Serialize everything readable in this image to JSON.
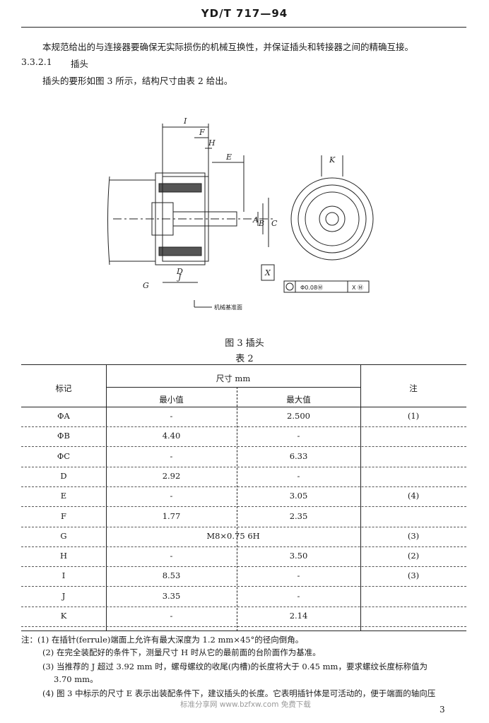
{
  "header": {
    "title": "YD/T 717—94"
  },
  "paragraphs": {
    "intro": "本规范给出的与连接器要确保无实际损伤的机械互换性，并保证插头和转接器之间的精确互接。",
    "section_number": "3.3.2.1",
    "section_title": "插头",
    "body": "插头的要形如图 3 所示，结构尺寸由表 2 给出。"
  },
  "figure": {
    "labels": {
      "I": "I",
      "F": "F",
      "H": "H",
      "E": "E",
      "A": "A",
      "B": "B",
      "C": "C",
      "D": "D",
      "J": "J",
      "G": "G",
      "K": "K",
      "X": "X",
      "ref_plane": "机械基准面",
      "tolerance": "Φ0.08Ⓜ",
      "datum": "X Ⓜ"
    },
    "caption": "图 3  插头"
  },
  "table": {
    "caption": "表 2",
    "header_mark": "标记",
    "header_dimension": "尺寸 mm",
    "header_min": "最小值",
    "header_max": "最大值",
    "header_note": "注",
    "rows": [
      {
        "mark": "ΦA",
        "min": "-",
        "max": "2.500",
        "note": "(1)"
      },
      {
        "mark": "ΦB",
        "min": "4.40",
        "max": "-",
        "note": ""
      },
      {
        "mark": "ΦC",
        "min": "-",
        "max": "6.33",
        "note": ""
      },
      {
        "mark": "D",
        "min": "2.92",
        "max": "-",
        "note": ""
      },
      {
        "mark": "E",
        "min": "-",
        "max": "3.05",
        "note": "(4)"
      },
      {
        "mark": "F",
        "min": "1.77",
        "max": "2.35",
        "note": ""
      },
      {
        "mark": "G",
        "min": "M8×0.75 6H",
        "max": "",
        "note": "(3)"
      },
      {
        "mark": "H",
        "min": "-",
        "max": "3.50",
        "note": "(2)"
      },
      {
        "mark": "I",
        "min": "8.53",
        "max": "-",
        "note": "(3)"
      },
      {
        "mark": "J",
        "min": "3.35",
        "max": "-",
        "note": ""
      },
      {
        "mark": "K",
        "min": "-",
        "max": "2.14",
        "note": ""
      }
    ]
  },
  "notes": {
    "n1": "注：(1) 在插针(ferrule)端面上允许有最大深度为 1.2 mm×45°的径向倒角。",
    "n2": "(2) 在完全装配好的条件下，测量尺寸 H 时从它的最前面的台阶面作为基准。",
    "n3": "(3) 当推荐的 J 超过 3.92 mm 时，螺母螺纹的收尾(内槽)的长度将大于 0.45 mm，要求螺纹长度标称值为",
    "n3b": "3.70 mm。",
    "n4": "(4) 图 3 中标示的尺寸 E 表示出装配条件下，建议插头的长度。它表明插针体是可活动的，便于端面的轴向压"
  },
  "footer": {
    "watermark": "标准分享网 www.bzfxw.com 免费下载",
    "page_number": "3"
  }
}
